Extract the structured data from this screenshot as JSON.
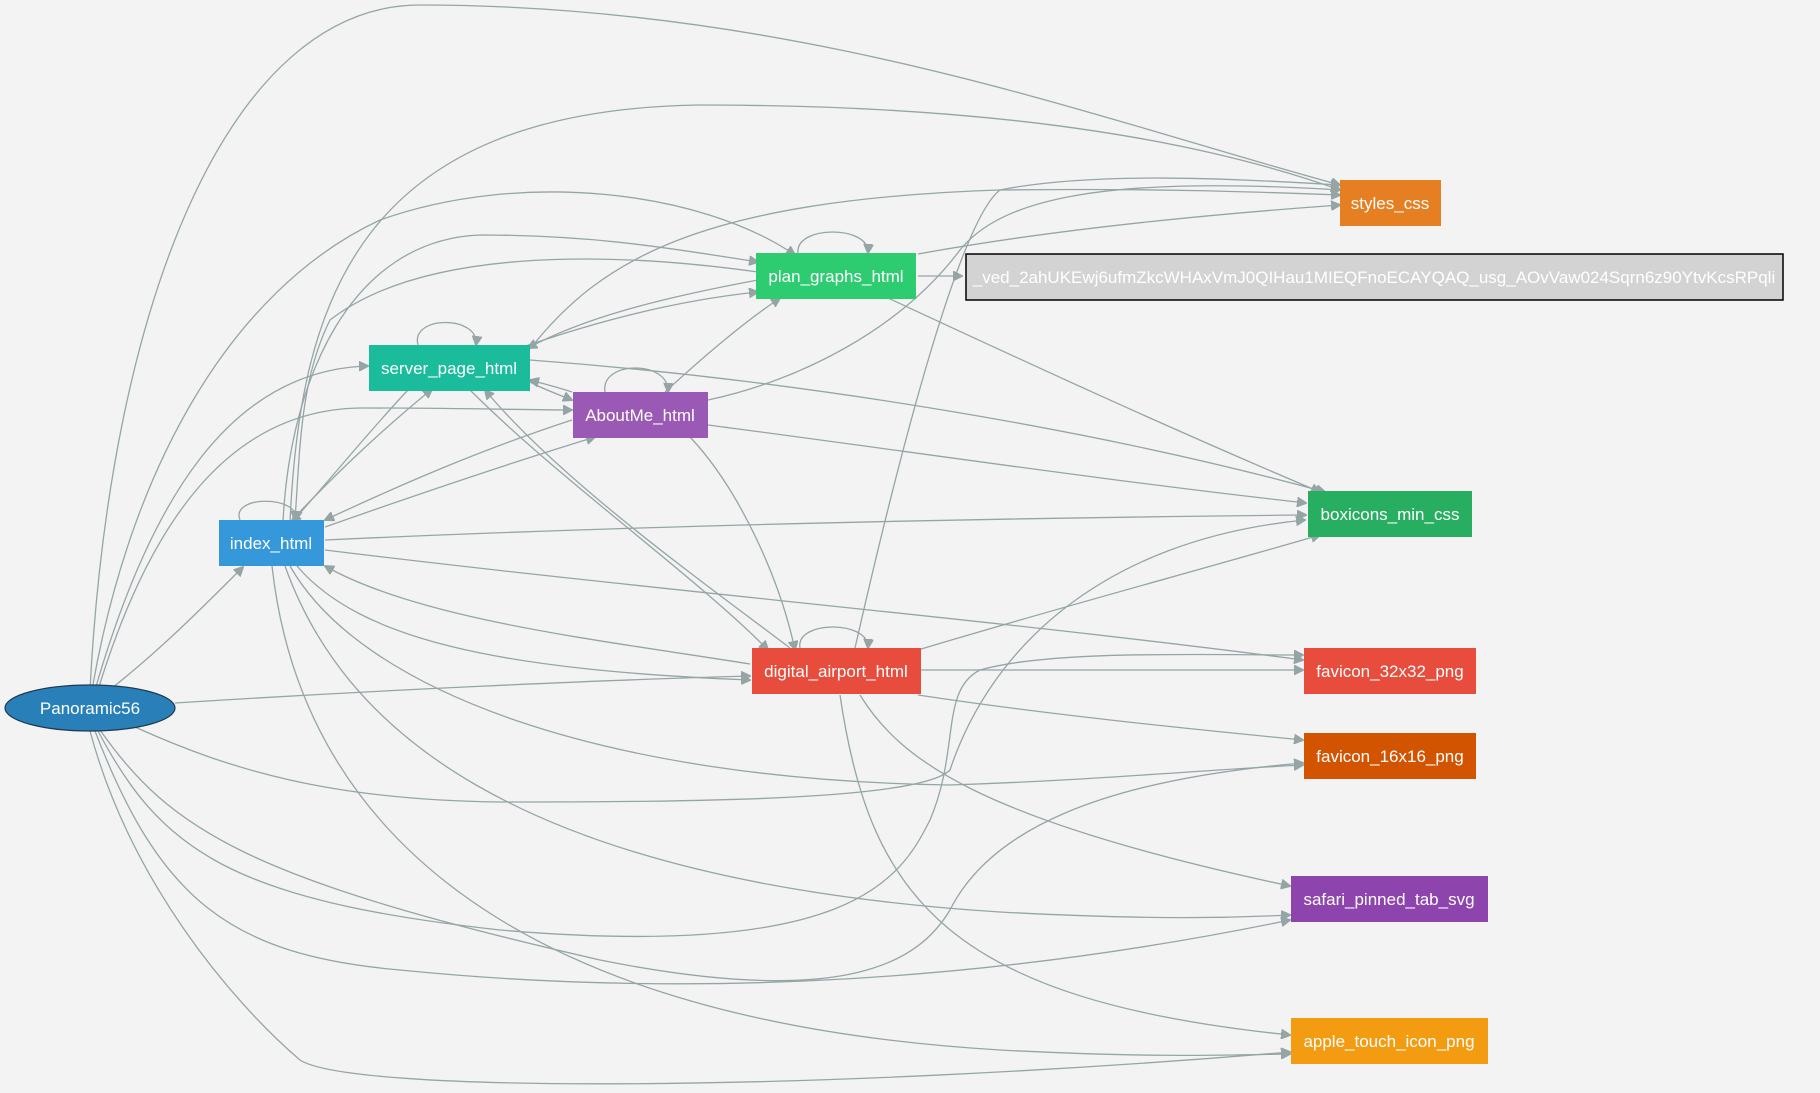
{
  "graph": {
    "nodes": [
      {
        "id": "Panoramic56",
        "label": "Panoramic56",
        "shape": "ellipse",
        "fill": "#2980b9"
      },
      {
        "id": "index_html",
        "label": "index_html",
        "shape": "box",
        "fill": "#3498db"
      },
      {
        "id": "server_page_html",
        "label": "server_page_html",
        "shape": "box",
        "fill": "#1abc9c"
      },
      {
        "id": "AboutMe_html",
        "label": "AboutMe_html",
        "shape": "box",
        "fill": "#9b59b6"
      },
      {
        "id": "plan_graphs_html",
        "label": "plan_graphs_html",
        "shape": "box",
        "fill": "#2ecc71"
      },
      {
        "id": "digital_airport_html",
        "label": "digital_airport_html",
        "shape": "box",
        "fill": "#e74c3c"
      },
      {
        "id": "styles_css",
        "label": "styles_css",
        "shape": "box",
        "fill": "#e67e22"
      },
      {
        "id": "ved_link",
        "label": "_ved_2ahUKEwj6ufmZkcWHAxVmJ0QIHau1MIEQFnoECAYQAQ_usg_AOvVaw024Sqrn6z90YtvKcsRPqli",
        "shape": "box",
        "fill": "#d3d3d3"
      },
      {
        "id": "boxicons_min_css",
        "label": "boxicons_min_css",
        "shape": "box",
        "fill": "#27ae60"
      },
      {
        "id": "favicon_32x32_png",
        "label": "favicon_32x32_png",
        "shape": "box",
        "fill": "#e74c3c"
      },
      {
        "id": "favicon_16x16_png",
        "label": "favicon_16x16_png",
        "shape": "box",
        "fill": "#d35400"
      },
      {
        "id": "safari_pinned_tab_svg",
        "label": "safari_pinned_tab_svg",
        "shape": "box",
        "fill": "#8e44ad"
      },
      {
        "id": "apple_touch_icon_png",
        "label": "apple_touch_icon_png",
        "shape": "box",
        "fill": "#f39c12"
      }
    ],
    "edges": [
      [
        "Panoramic56",
        "styles_css"
      ],
      [
        "Panoramic56",
        "plan_graphs_html"
      ],
      [
        "Panoramic56",
        "server_page_html"
      ],
      [
        "Panoramic56",
        "AboutMe_html"
      ],
      [
        "Panoramic56",
        "index_html"
      ],
      [
        "Panoramic56",
        "digital_airport_html"
      ],
      [
        "Panoramic56",
        "boxicons_min_css"
      ],
      [
        "Panoramic56",
        "favicon_32x32_png"
      ],
      [
        "Panoramic56",
        "favicon_16x16_png"
      ],
      [
        "Panoramic56",
        "safari_pinned_tab_svg"
      ],
      [
        "Panoramic56",
        "apple_touch_icon_png"
      ],
      [
        "index_html",
        "index_html"
      ],
      [
        "index_html",
        "styles_css"
      ],
      [
        "index_html",
        "plan_graphs_html"
      ],
      [
        "index_html",
        "server_page_html"
      ],
      [
        "index_html",
        "AboutMe_html"
      ],
      [
        "index_html",
        "digital_airport_html"
      ],
      [
        "index_html",
        "boxicons_min_css"
      ],
      [
        "index_html",
        "favicon_32x32_png"
      ],
      [
        "index_html",
        "favicon_16x16_png"
      ],
      [
        "index_html",
        "safari_pinned_tab_svg"
      ],
      [
        "index_html",
        "apple_touch_icon_png"
      ],
      [
        "server_page_html",
        "server_page_html"
      ],
      [
        "server_page_html",
        "styles_css"
      ],
      [
        "server_page_html",
        "plan_graphs_html"
      ],
      [
        "server_page_html",
        "AboutMe_html"
      ],
      [
        "server_page_html",
        "index_html"
      ],
      [
        "server_page_html",
        "digital_airport_html"
      ],
      [
        "server_page_html",
        "boxicons_min_css"
      ],
      [
        "AboutMe_html",
        "AboutMe_html"
      ],
      [
        "AboutMe_html",
        "styles_css"
      ],
      [
        "AboutMe_html",
        "plan_graphs_html"
      ],
      [
        "AboutMe_html",
        "server_page_html"
      ],
      [
        "AboutMe_html",
        "index_html"
      ],
      [
        "AboutMe_html",
        "digital_airport_html"
      ],
      [
        "AboutMe_html",
        "boxicons_min_css"
      ],
      [
        "plan_graphs_html",
        "plan_graphs_html"
      ],
      [
        "plan_graphs_html",
        "styles_css"
      ],
      [
        "plan_graphs_html",
        "server_page_html"
      ],
      [
        "plan_graphs_html",
        "index_html"
      ],
      [
        "plan_graphs_html",
        "ved_link"
      ],
      [
        "plan_graphs_html",
        "boxicons_min_css"
      ],
      [
        "digital_airport_html",
        "digital_airport_html"
      ],
      [
        "digital_airport_html",
        "styles_css"
      ],
      [
        "digital_airport_html",
        "server_page_html"
      ],
      [
        "digital_airport_html",
        "index_html"
      ],
      [
        "digital_airport_html",
        "boxicons_min_css"
      ],
      [
        "digital_airport_html",
        "favicon_32x32_png"
      ],
      [
        "digital_airport_html",
        "favicon_16x16_png"
      ],
      [
        "digital_airport_html",
        "safari_pinned_tab_svg"
      ],
      [
        "digital_airport_html",
        "apple_touch_icon_png"
      ]
    ]
  }
}
